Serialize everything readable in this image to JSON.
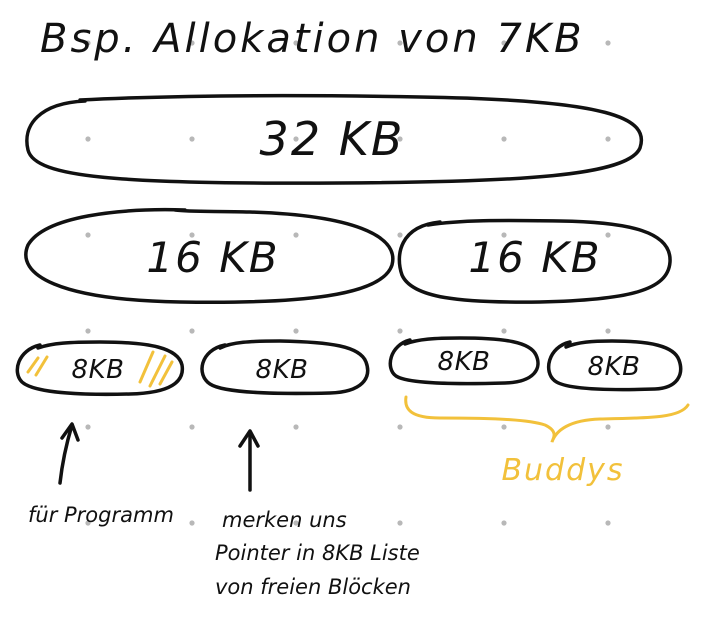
{
  "title": "Bsp. Allokation von 7KB",
  "blocks": {
    "root": "32 KB",
    "left_16": "16 KB",
    "right_16": "16 KB",
    "b8_1": "8KB",
    "b8_2": "8KB",
    "b8_3": "8KB",
    "b8_4": "8KB"
  },
  "annotations": {
    "program": "für Programm",
    "pointer_line1": "merken uns",
    "pointer_line2": "Pointer in 8KB Liste",
    "pointer_line3": "von freien Blöcken",
    "buddys": "Buddys"
  },
  "colors": {
    "ink": "#111111",
    "highlight": "#f2c13b",
    "grid_dot": "#b8b8b8"
  }
}
